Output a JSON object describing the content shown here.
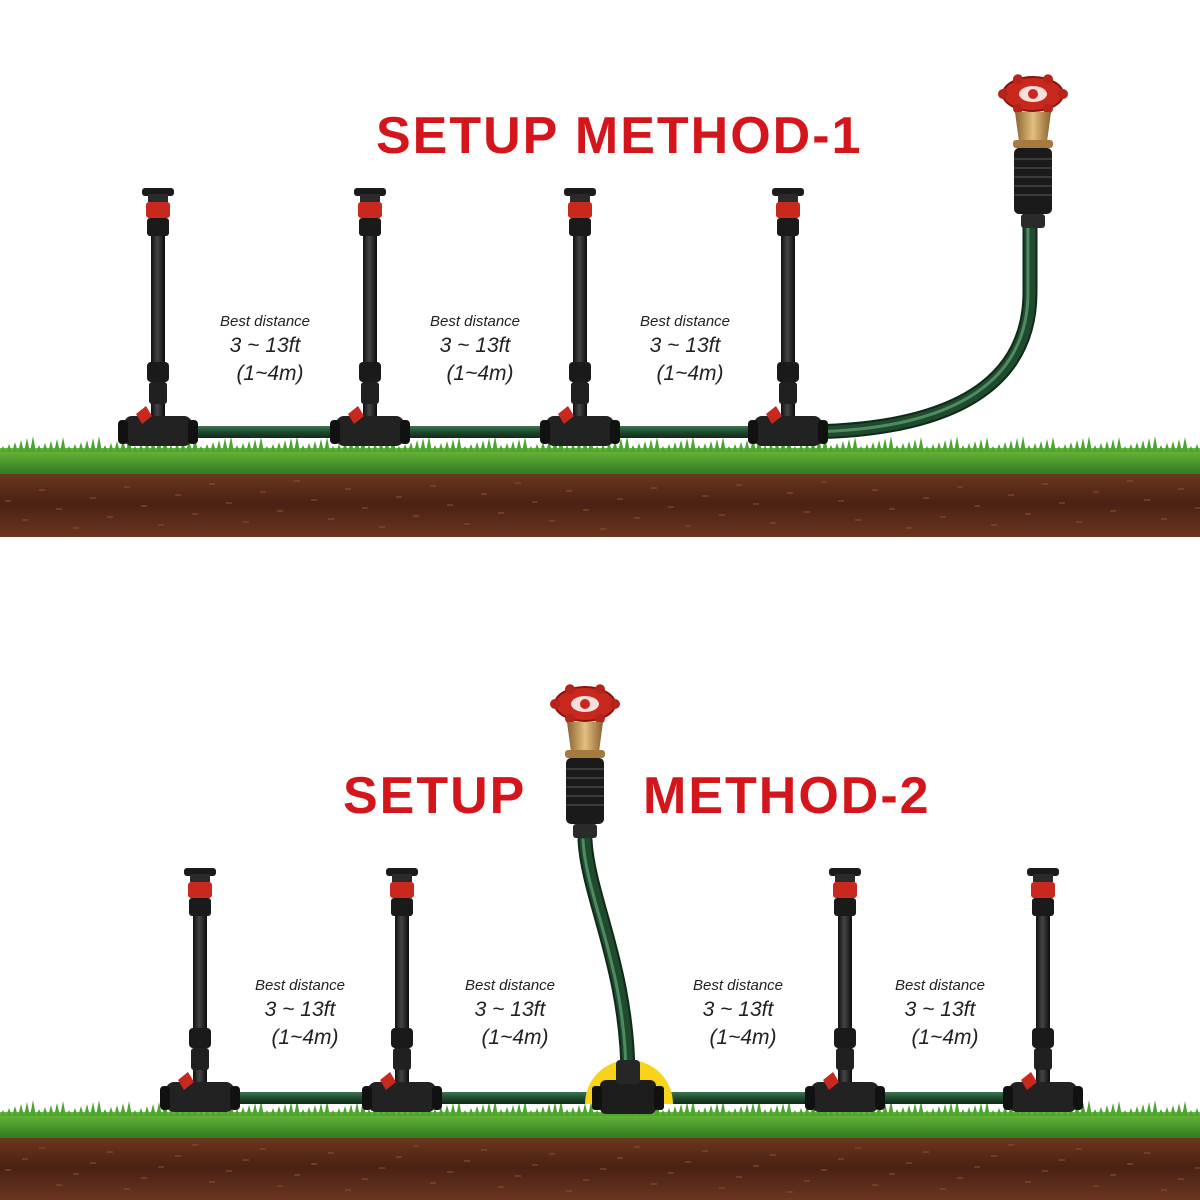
{
  "colors": {
    "title_red": "#d4161c",
    "hose_green": "#1f4a2e",
    "grass_green": "#3f9a2a",
    "soil_brown": "#5a2a18",
    "valve_red": "#c9281e",
    "brass": "#c9a063",
    "tee_highlight": "#f7d31b"
  },
  "method1": {
    "title": "SETUP METHOD-1",
    "distances": [
      {
        "label": "Best distance",
        "feet": "3 ~ 13ft",
        "meters": "(1~4m)"
      },
      {
        "label": "Best distance",
        "feet": "3 ~ 13ft",
        "meters": "(1~4m)"
      },
      {
        "label": "Best distance",
        "feet": "3 ~ 13ft",
        "meters": "(1~4m)"
      }
    ]
  },
  "method2": {
    "title_left": "SETUP",
    "title_right": "METHOD-2",
    "distances": [
      {
        "label": "Best distance",
        "feet": "3 ~ 13ft",
        "meters": "(1~4m)"
      },
      {
        "label": "Best distance",
        "feet": "3 ~ 13ft",
        "meters": "(1~4m)"
      },
      {
        "label": "Best distance",
        "feet": "3 ~ 13ft",
        "meters": "(1~4m)"
      },
      {
        "label": "Best distance",
        "feet": "3 ~ 13ft",
        "meters": "(1~4m)"
      }
    ]
  }
}
